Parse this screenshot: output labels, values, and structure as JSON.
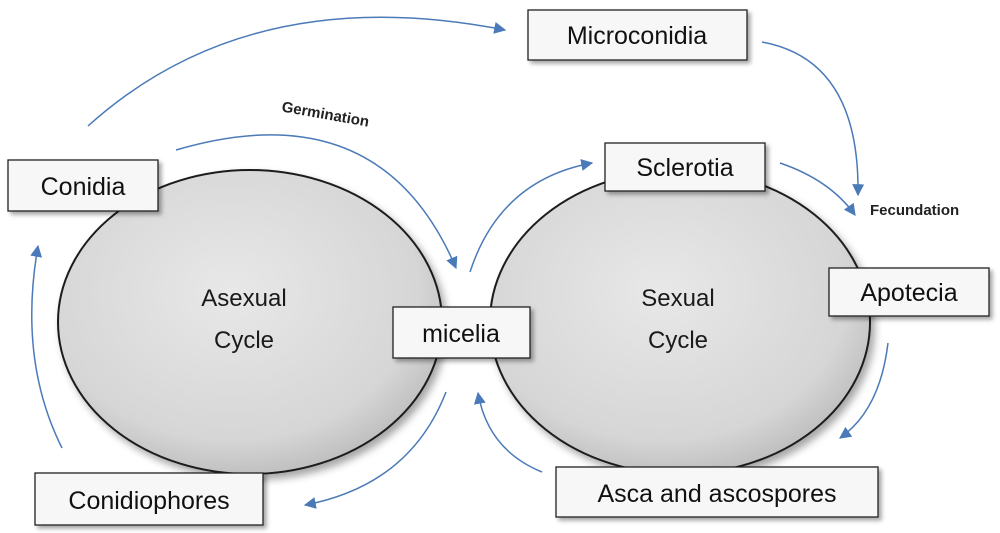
{
  "cycles": {
    "asexual": {
      "line1": "Asexual",
      "line2": "Cycle"
    },
    "sexual": {
      "line1": "Sexual",
      "line2": "Cycle"
    }
  },
  "nodes": {
    "microconidia": "Microconidia",
    "conidia": "Conidia",
    "sclerotia": "Sclerotia",
    "apotecia": "Apotecia",
    "micelia": "micelia",
    "conidiophores": "Conidiophores",
    "asca": "Asca and ascospores"
  },
  "edge_labels": {
    "germination": "Germination",
    "fecundation": "Fecundation"
  },
  "colors": {
    "arrow": "#4a7ab8",
    "ellipse_fill": "#dcdcdc",
    "box_fill": "#f7f7f7"
  }
}
